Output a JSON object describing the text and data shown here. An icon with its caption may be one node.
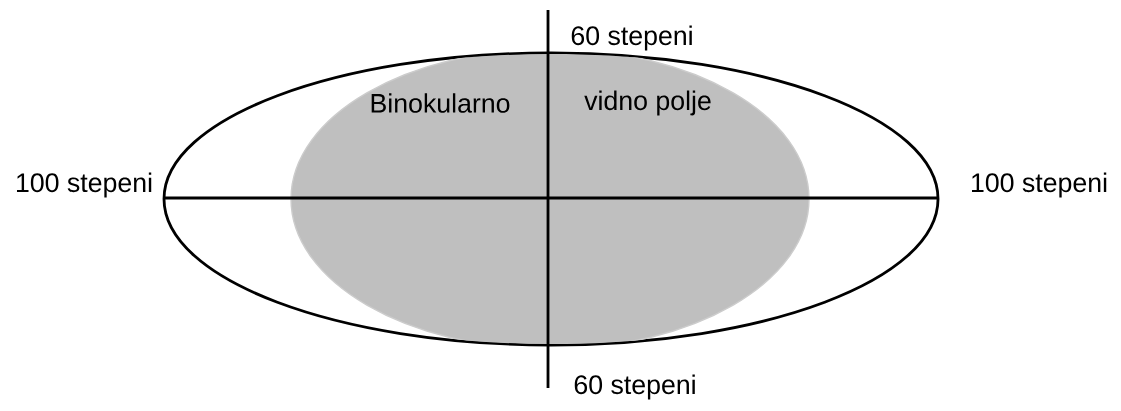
{
  "diagram": {
    "nodes": [
      {
        "text": [],
        "shape": "ellipse"
      },
      {
        "text": [
          "Binokularno",
          "vidno polje"
        ],
        "in": 0
      }
    ],
    "labels": [
      "60 stepeni",
      "100 stepeni",
      "100 stepeni",
      "60 stepeni"
    ]
  }
}
